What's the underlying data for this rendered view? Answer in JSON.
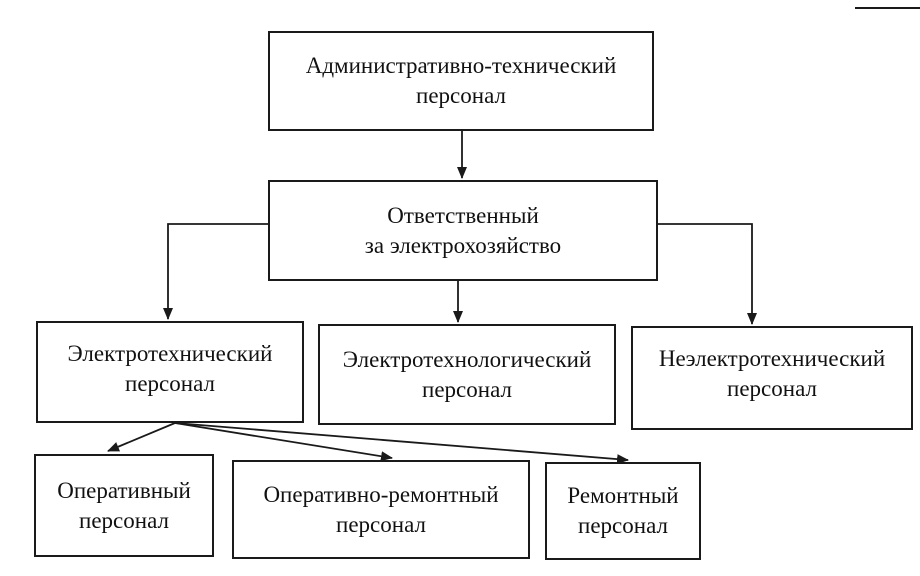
{
  "diagram": {
    "nodes": {
      "admin": {
        "lines": [
          "Административно-технический",
          "персонал"
        ]
      },
      "responsible": {
        "lines": [
          "Ответственный",
          "за электрохозяйство"
        ]
      },
      "electrotech": {
        "lines": [
          "Электротехнический",
          "персонал"
        ]
      },
      "electrotechnological": {
        "lines": [
          "Электротехнологический",
          "персонал"
        ]
      },
      "nonelectrotech": {
        "lines": [
          "Неэлектротехнический",
          "персонал"
        ]
      },
      "operative": {
        "lines": [
          "Оперативный",
          "персонал"
        ]
      },
      "operative_repair": {
        "lines": [
          "Оперативно-ремонтный",
          "персонал"
        ]
      },
      "repair": {
        "lines": [
          "Ремонтный",
          "персонал"
        ]
      }
    },
    "edges": [
      {
        "from": "admin",
        "to": "responsible"
      },
      {
        "from": "responsible",
        "to": "electrotech"
      },
      {
        "from": "responsible",
        "to": "electrotechnological"
      },
      {
        "from": "responsible",
        "to": "nonelectrotech"
      },
      {
        "from": "electrotech",
        "to": "operative"
      },
      {
        "from": "electrotech",
        "to": "operative_repair"
      },
      {
        "from": "electrotech",
        "to": "repair"
      }
    ],
    "colors": {
      "line": "#1a1a1a",
      "background": "#ffffff"
    }
  }
}
